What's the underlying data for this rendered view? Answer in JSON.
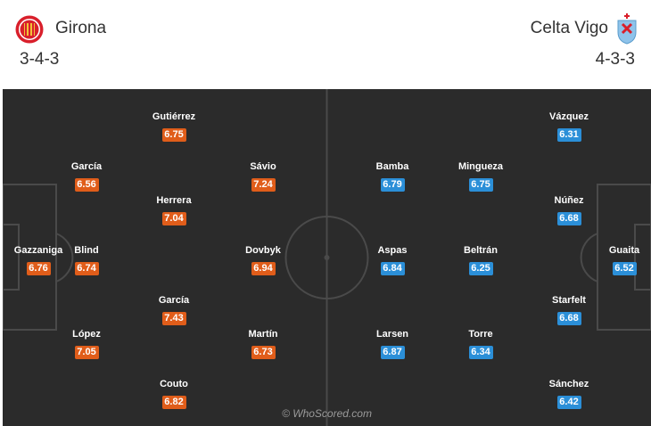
{
  "home": {
    "name": "Girona",
    "formation": "3-4-3",
    "crest_icon": "girona-crest",
    "color": "#e05d1a",
    "players": [
      {
        "name": "Gazzaniga",
        "rating": "6.76"
      },
      {
        "name": "García",
        "rating": "6.56"
      },
      {
        "name": "Blind",
        "rating": "6.74"
      },
      {
        "name": "López",
        "rating": "7.05"
      },
      {
        "name": "Gutiérrez",
        "rating": "6.75"
      },
      {
        "name": "Herrera",
        "rating": "7.04"
      },
      {
        "name": "García",
        "rating": "7.43"
      },
      {
        "name": "Couto",
        "rating": "6.82"
      },
      {
        "name": "Sávio",
        "rating": "7.24"
      },
      {
        "name": "Dovbyk",
        "rating": "6.94"
      },
      {
        "name": "Martín",
        "rating": "6.73"
      }
    ]
  },
  "away": {
    "name": "Celta Vigo",
    "formation": "4-3-3",
    "crest_icon": "celta-crest",
    "color": "#2b8fd8",
    "players": [
      {
        "name": "Guaita",
        "rating": "6.52"
      },
      {
        "name": "Vázquez",
        "rating": "6.31"
      },
      {
        "name": "Núñez",
        "rating": "6.68"
      },
      {
        "name": "Starfelt",
        "rating": "6.68"
      },
      {
        "name": "Sánchez",
        "rating": "6.42"
      },
      {
        "name": "Mingueza",
        "rating": "6.75"
      },
      {
        "name": "Beltrán",
        "rating": "6.25"
      },
      {
        "name": "Torre",
        "rating": "6.34"
      },
      {
        "name": "Bamba",
        "rating": "6.79"
      },
      {
        "name": "Aspas",
        "rating": "6.84"
      },
      {
        "name": "Larsen",
        "rating": "6.87"
      }
    ]
  },
  "watermark": "© WhoScored.com",
  "pitch_color": "#2b2b2b"
}
